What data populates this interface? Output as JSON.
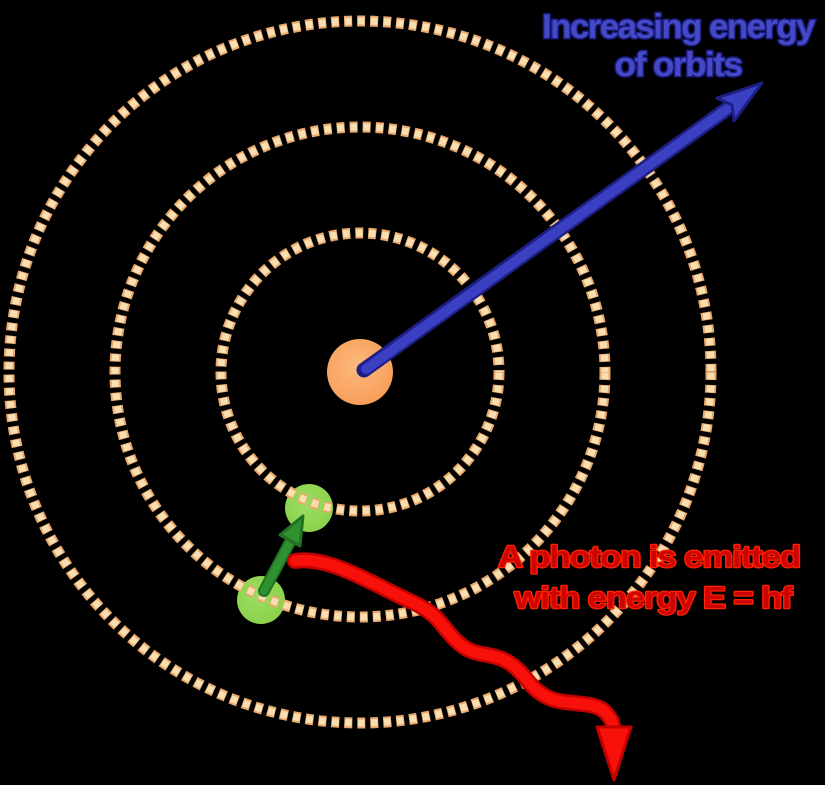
{
  "diagram": {
    "type": "bohr-model-energy-levels",
    "background_color": "#000000",
    "energy_label": {
      "line1": "Increasing energy",
      "line2": "of orbits",
      "text_color": "#4549C6",
      "outline_color": "#1A1C80"
    },
    "photon_label": {
      "line1": "A photon is emitted",
      "line2": "with energy E = hf",
      "text_color": "#CE0404",
      "outline_color": "#FF2200"
    },
    "colors": {
      "orbit_dash": "#F8DFB2",
      "orbit_dash_edge": "#E9A86C",
      "nucleus": "#F9A25E",
      "electron": "#90D553",
      "transition_arrow": "#2F9230",
      "energy_arrow": "#3B40C2",
      "energy_arrow_outline": "#1D1F84",
      "photon_wave": "#F8100A",
      "photon_wave_outline": "#C50000"
    },
    "orbit_count": "3",
    "electron_count": "2"
  }
}
